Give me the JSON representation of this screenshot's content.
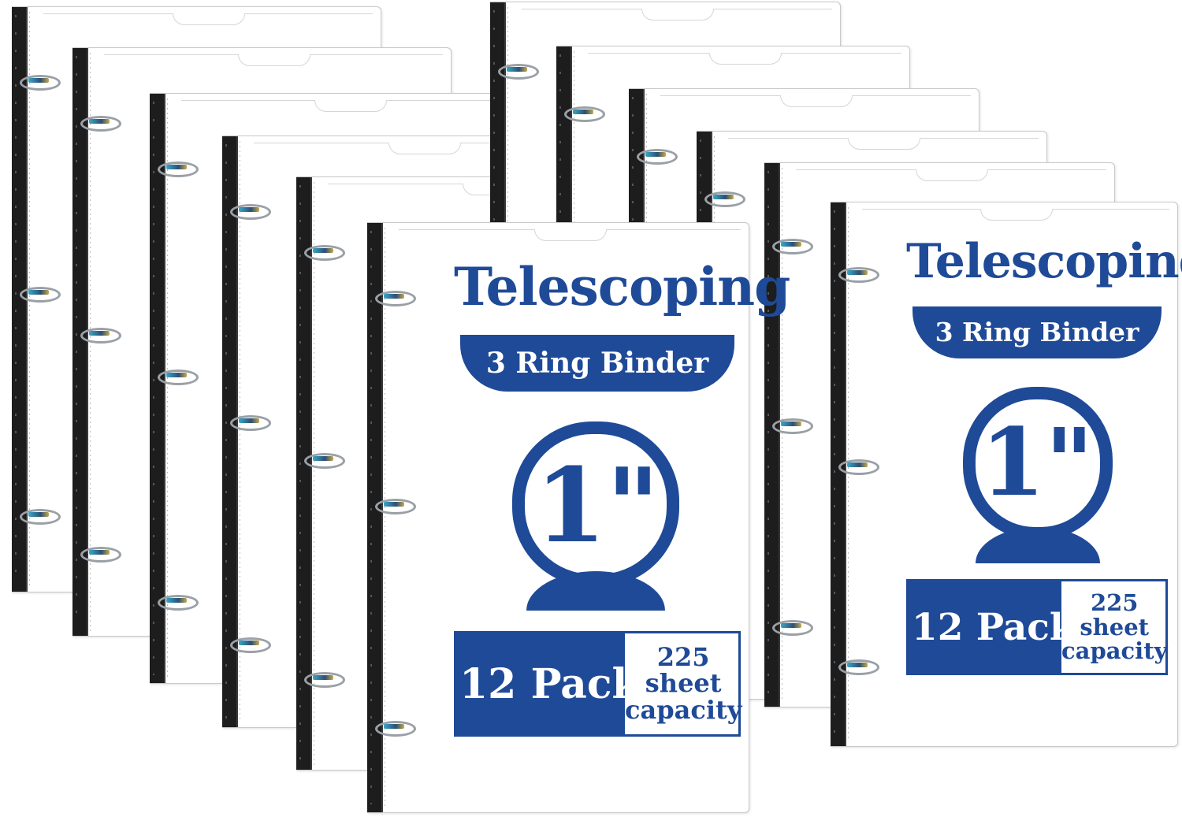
{
  "product": {
    "title": "Telescoping",
    "subtitle": "3 Ring Binder",
    "size_label": "1\"",
    "pack_label": "12 Pack",
    "capacity_line1": "225 sheet",
    "capacity_line2": "capacity"
  },
  "colors": {
    "brand_blue": "#1f4a97",
    "spine_black": "#1d1d1d"
  }
}
